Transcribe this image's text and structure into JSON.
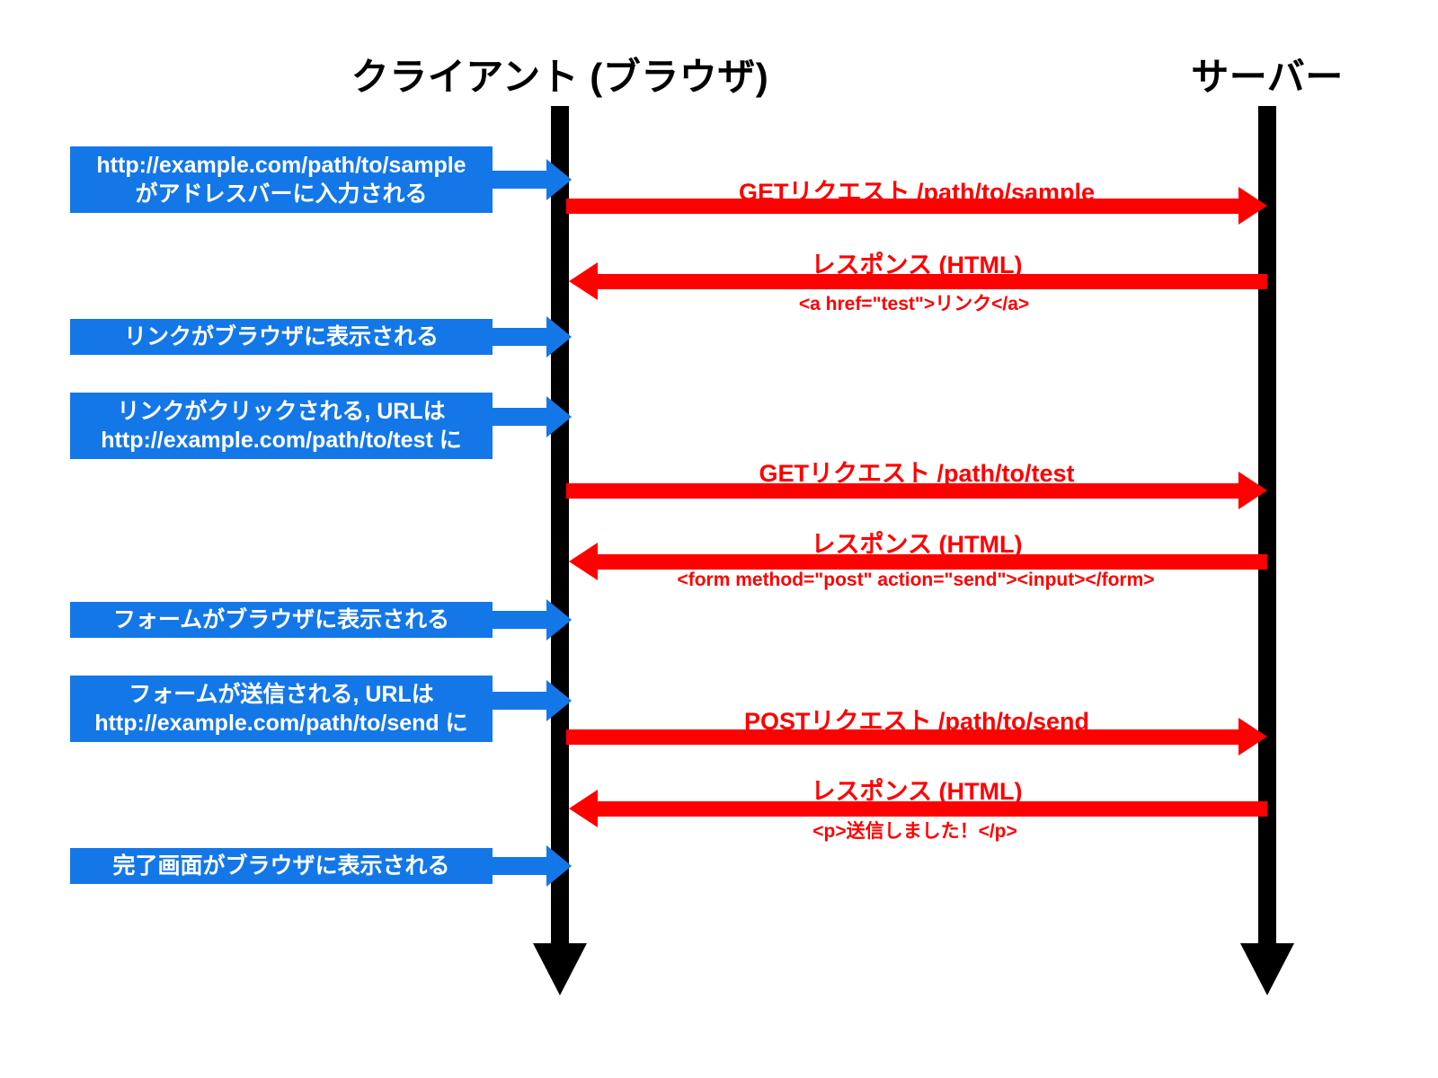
{
  "diagram": {
    "type": "sequence-diagram",
    "title_client": "クライアント (ブラウザ)",
    "title_server": "サーバー",
    "colors": {
      "note_blue": "#1477e8",
      "message_red": "#ff0000",
      "lifeline_black": "#000000",
      "background": "#ffffff"
    }
  },
  "participants": [
    {
      "id": "client",
      "label": "クライアント (ブラウザ)"
    },
    {
      "id": "server",
      "label": "サーバー"
    }
  ],
  "notes": [
    {
      "id": "note-url-typed",
      "lines": [
        "http://example.com/path/to/sample",
        "がアドレスバーに入力される"
      ]
    },
    {
      "id": "note-link-shown",
      "lines": [
        "リンクがブラウザに表示される"
      ]
    },
    {
      "id": "note-link-clicked",
      "lines": [
        "リンクがクリックされる, URLは",
        "http://example.com/path/to/test に"
      ]
    },
    {
      "id": "note-form-shown",
      "lines": [
        "フォームがブラウザに表示される"
      ]
    },
    {
      "id": "note-form-submitted",
      "lines": [
        "フォームが送信される, URLは",
        "http://example.com/path/to/send に"
      ]
    },
    {
      "id": "note-done-shown",
      "lines": [
        "完了画面がブラウザに表示される"
      ]
    }
  ],
  "messages": [
    {
      "id": "msg-get-sample",
      "direction": "client-to-server",
      "label": "GETリクエスト /path/to/sample",
      "sub": ""
    },
    {
      "id": "msg-response-link",
      "direction": "server-to-client",
      "label": "レスポンス (HTML)",
      "sub": "<a href=\"test\">リンク</a>"
    },
    {
      "id": "msg-get-test",
      "direction": "client-to-server",
      "label": "GETリクエスト /path/to/test",
      "sub": ""
    },
    {
      "id": "msg-response-form",
      "direction": "server-to-client",
      "label": "レスポンス (HTML)",
      "sub": "<form method=\"post\" action=\"send\"><input></form>"
    },
    {
      "id": "msg-post-send",
      "direction": "client-to-server",
      "label": "POSTリクエスト /path/to/send",
      "sub": ""
    },
    {
      "id": "msg-response-done",
      "direction": "server-to-client",
      "label": "レスポンス (HTML)",
      "sub": "<p>送信しました！</p>"
    }
  ]
}
